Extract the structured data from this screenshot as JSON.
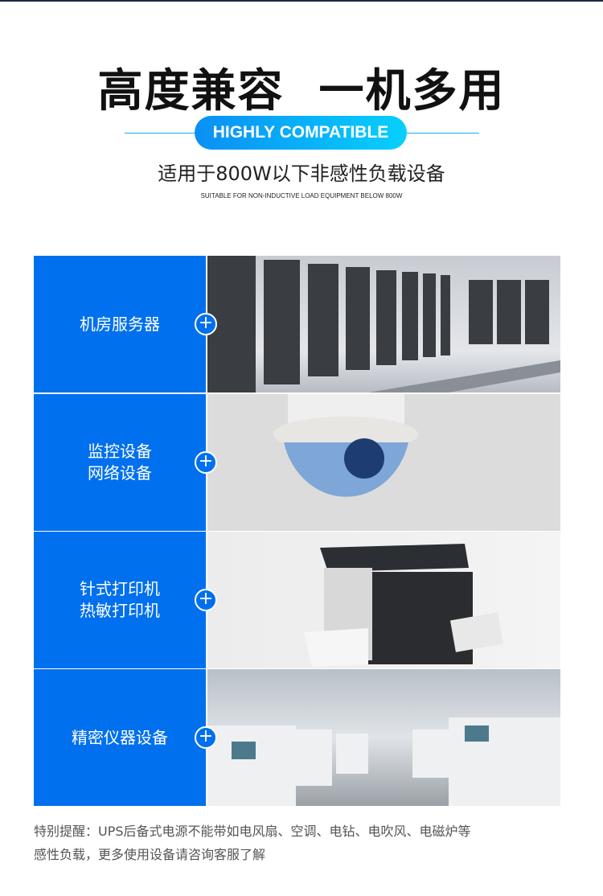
{
  "header": {
    "title": "高度兼容  一机多用",
    "badge": "HIGHLY COMPATIBLE",
    "subtitle": "适用于800W以下非感性负载设备",
    "subtitle_en": "SUITABLE FOR NON-INDUCTIVE LOAD EQUIPMENT BELOW 800W"
  },
  "rows": [
    {
      "line1": "机房服务器",
      "line2": "",
      "image": "server-room"
    },
    {
      "line1": "监控设备",
      "line2": "网络设备",
      "image": "dome-camera"
    },
    {
      "line1": "针式打印机",
      "line2": "热敏打印机",
      "image": "printer"
    },
    {
      "line1": "精密仪器设备",
      "line2": "",
      "image": "factory-equipment"
    }
  ],
  "note": {
    "line1": "特别提醒：UPS后备式电源不能带如电风扇、空调、电钻、电吹风、电磁炉等",
    "line2": "感性负载，更多使用设备请咨询客服了解"
  },
  "colors": {
    "accent": "#0070ee",
    "badge_start": "#0a8ff5",
    "badge_end": "#08d0fb"
  }
}
